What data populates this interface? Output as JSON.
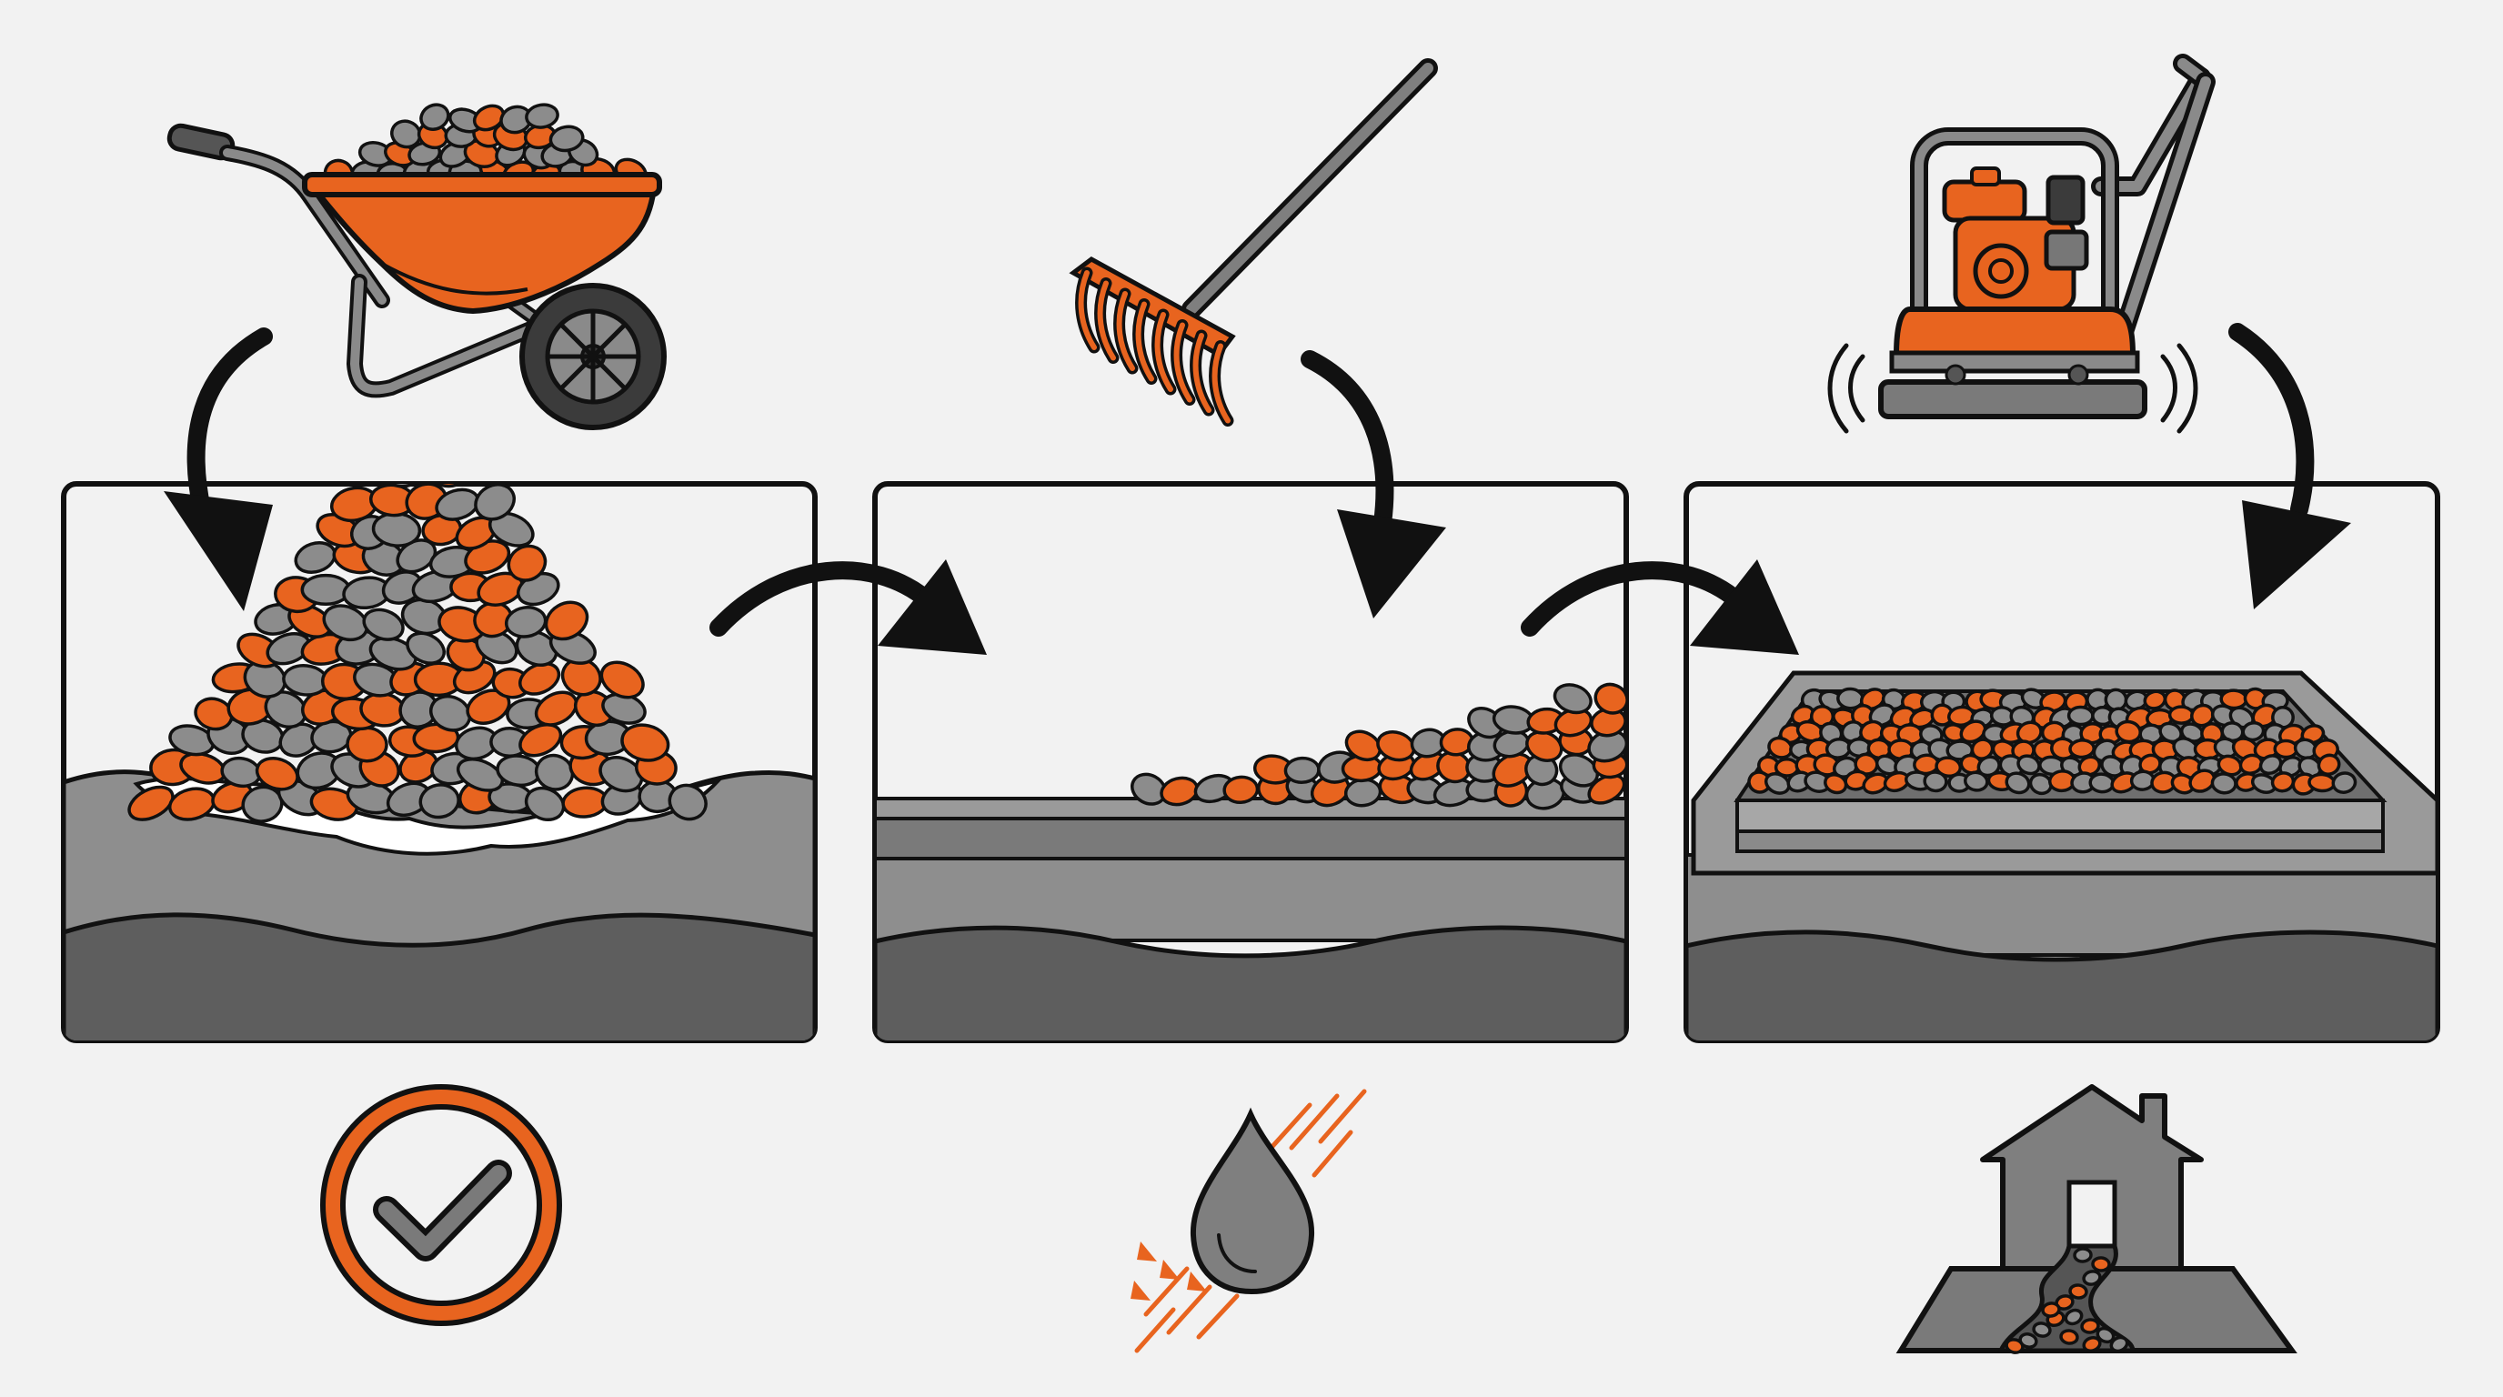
{
  "colors": {
    "background": "#f2f2f2",
    "accent": "#e8641f",
    "stone_gray": "#8c8c8c",
    "outline": "#111111",
    "soil_top": "#8e8e8e",
    "soil_mid": "#7a7a7a",
    "soil_deep": "#5e5e5e",
    "panel": "#f2f2f2",
    "metal": "#7d7d7d"
  },
  "steps": [
    {
      "tool_icon": "wheelbarrow-icon",
      "result": "gravel-pile",
      "badge_icon": "check-circle-icon"
    },
    {
      "tool_icon": "rake-icon",
      "result": "gravel-spread",
      "badge_icon": "water-drop-drainage-icon"
    },
    {
      "tool_icon": "plate-compactor-icon",
      "result": "gravel-compacted",
      "badge_icon": "house-gravel-path-icon"
    }
  ],
  "flow_arrows": [
    "arrow-step1-to-step2",
    "arrow-step2-to-step3"
  ]
}
